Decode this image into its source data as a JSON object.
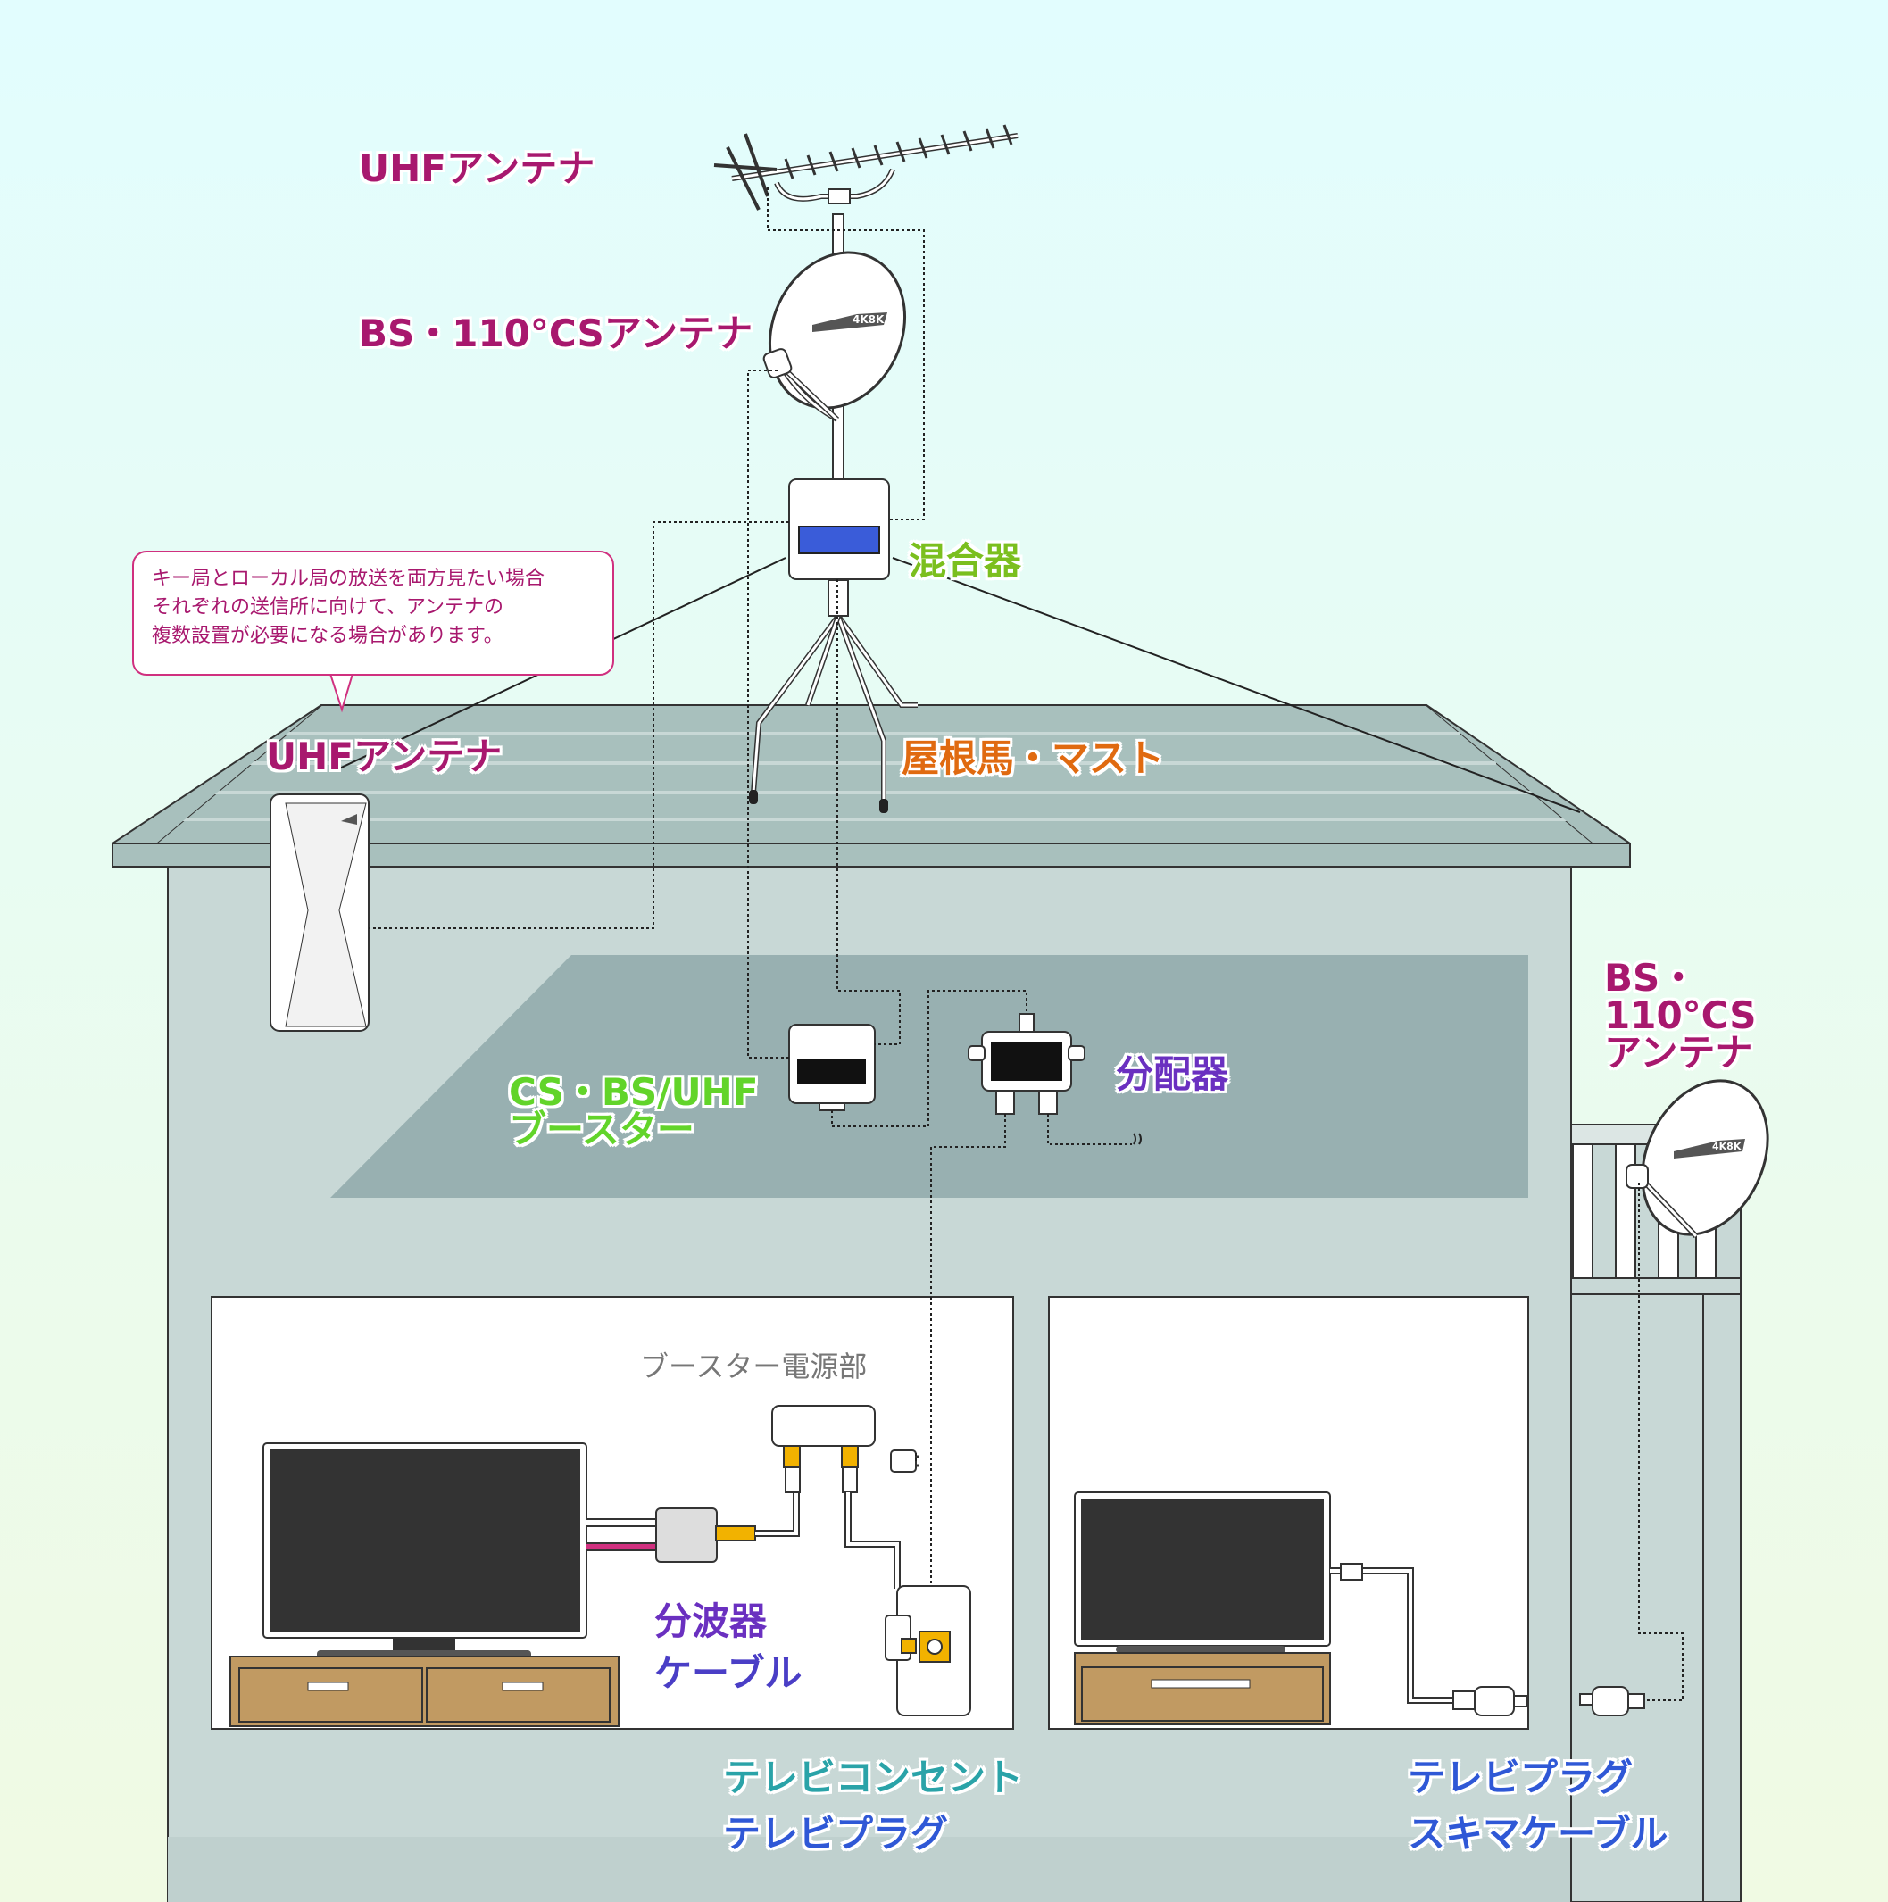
{
  "labels": {
    "uhf_antenna_top": "UHFアンテナ",
    "bs_cs_antenna_top": "BS・110°CSアンテナ",
    "mixer": "混合器",
    "uhf_antenna_wall": "UHFアンテナ",
    "roof_mount_mast": "屋根馬・マスト",
    "booster_line1": "CS・BS/UHF",
    "booster_line2": "ブースター",
    "splitter": "分配器",
    "bs_cs_side_line1": "BS・",
    "bs_cs_side_line2": "110°CS",
    "bs_cs_side_line3": "アンテナ",
    "booster_power": "ブースター電源部",
    "separator": "分波器",
    "cable_left": "ケーブル",
    "tv_outlet": "テレビコンセント",
    "tv_plug_left": "テレビプラグ",
    "tv_plug_right": "テレビプラグ",
    "gap_cable": "スキマケーブル"
  },
  "callout": {
    "line1": "キー局とローカル局の放送を両方見たい場合",
    "line2": "それぞれの送信所に向けて、アンテナの",
    "line3": "複数設置が必要になる場合があります。"
  },
  "dish_badge": "4K8K",
  "colors": {
    "sky": "#e2fdfe",
    "house_wall": "#c8d8d6",
    "roof": "#a8c0bd",
    "attic": "#98b0b1",
    "room": "#ffffff",
    "tv_stand": "#c19a62",
    "screen_blue": "#3a5cd9"
  }
}
